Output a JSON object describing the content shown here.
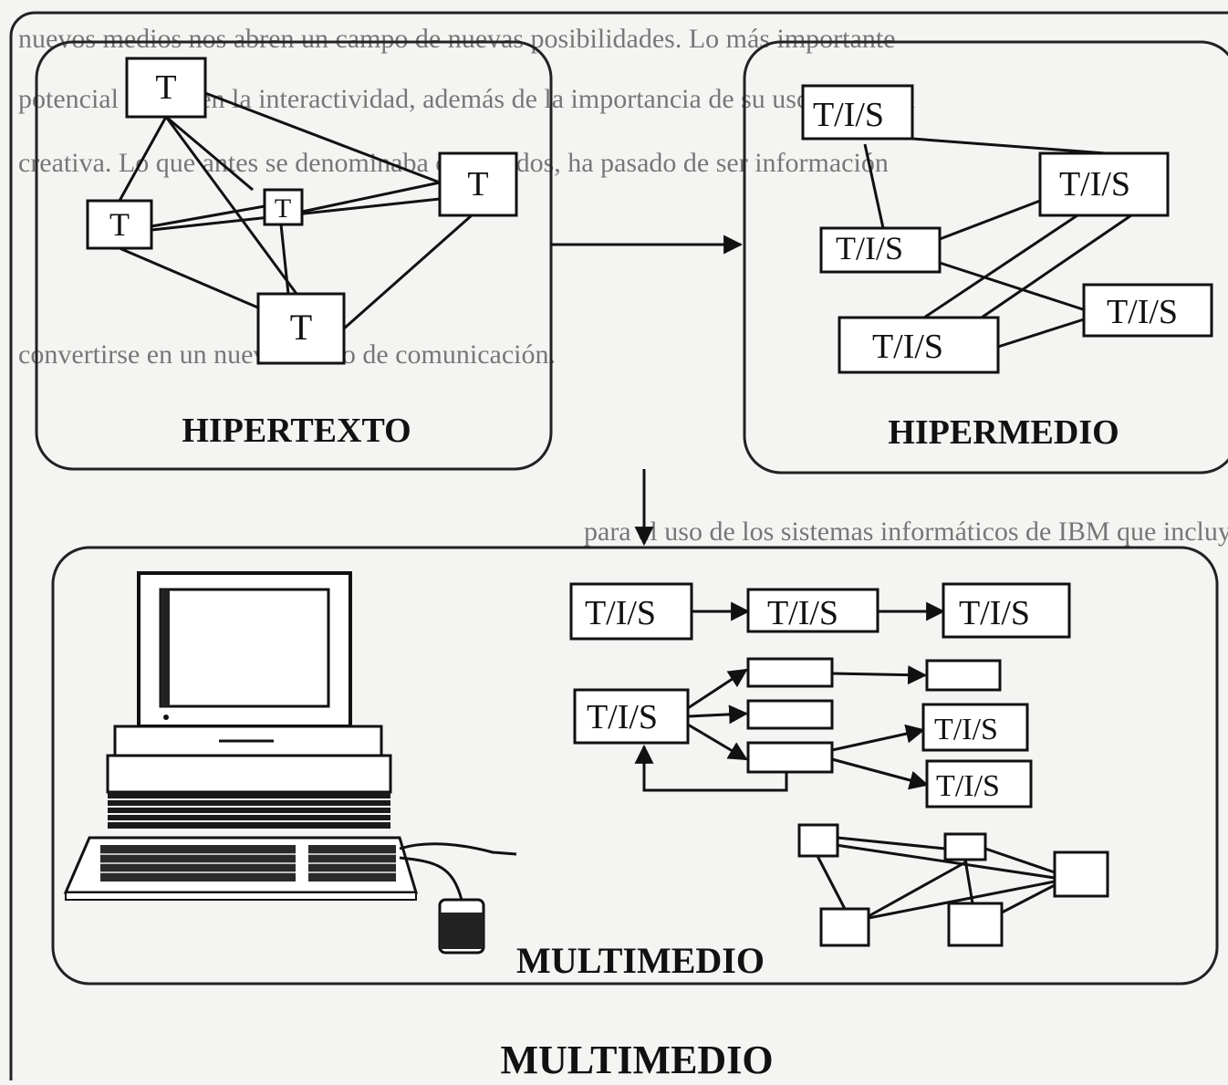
{
  "figure_title": "MULTIMEDIO",
  "panels": {
    "hypertext": {
      "label": "HIPERTEXTO",
      "node_text": "T"
    },
    "hypermedia": {
      "label": "HIPERMEDIO",
      "node_text": "T/I/S"
    },
    "multimedia": {
      "label": "MULTIMEDIO",
      "node_text": "T/I/S"
    }
  },
  "background_text_lines": [
    "nuevos medios nos abren un campo de nuevas posibilidades. Lo más importante",
    "potencial radica en la interactividad, además de la importancia de su uso de forma",
    "creativa. Lo que antes se denominaba contenidos, ha pasado de ser información",
    "convertirse en un nuevo medio de comunicación.",
    "para el uso de los sistemas informáticos de IBM que incluyen"
  ]
}
